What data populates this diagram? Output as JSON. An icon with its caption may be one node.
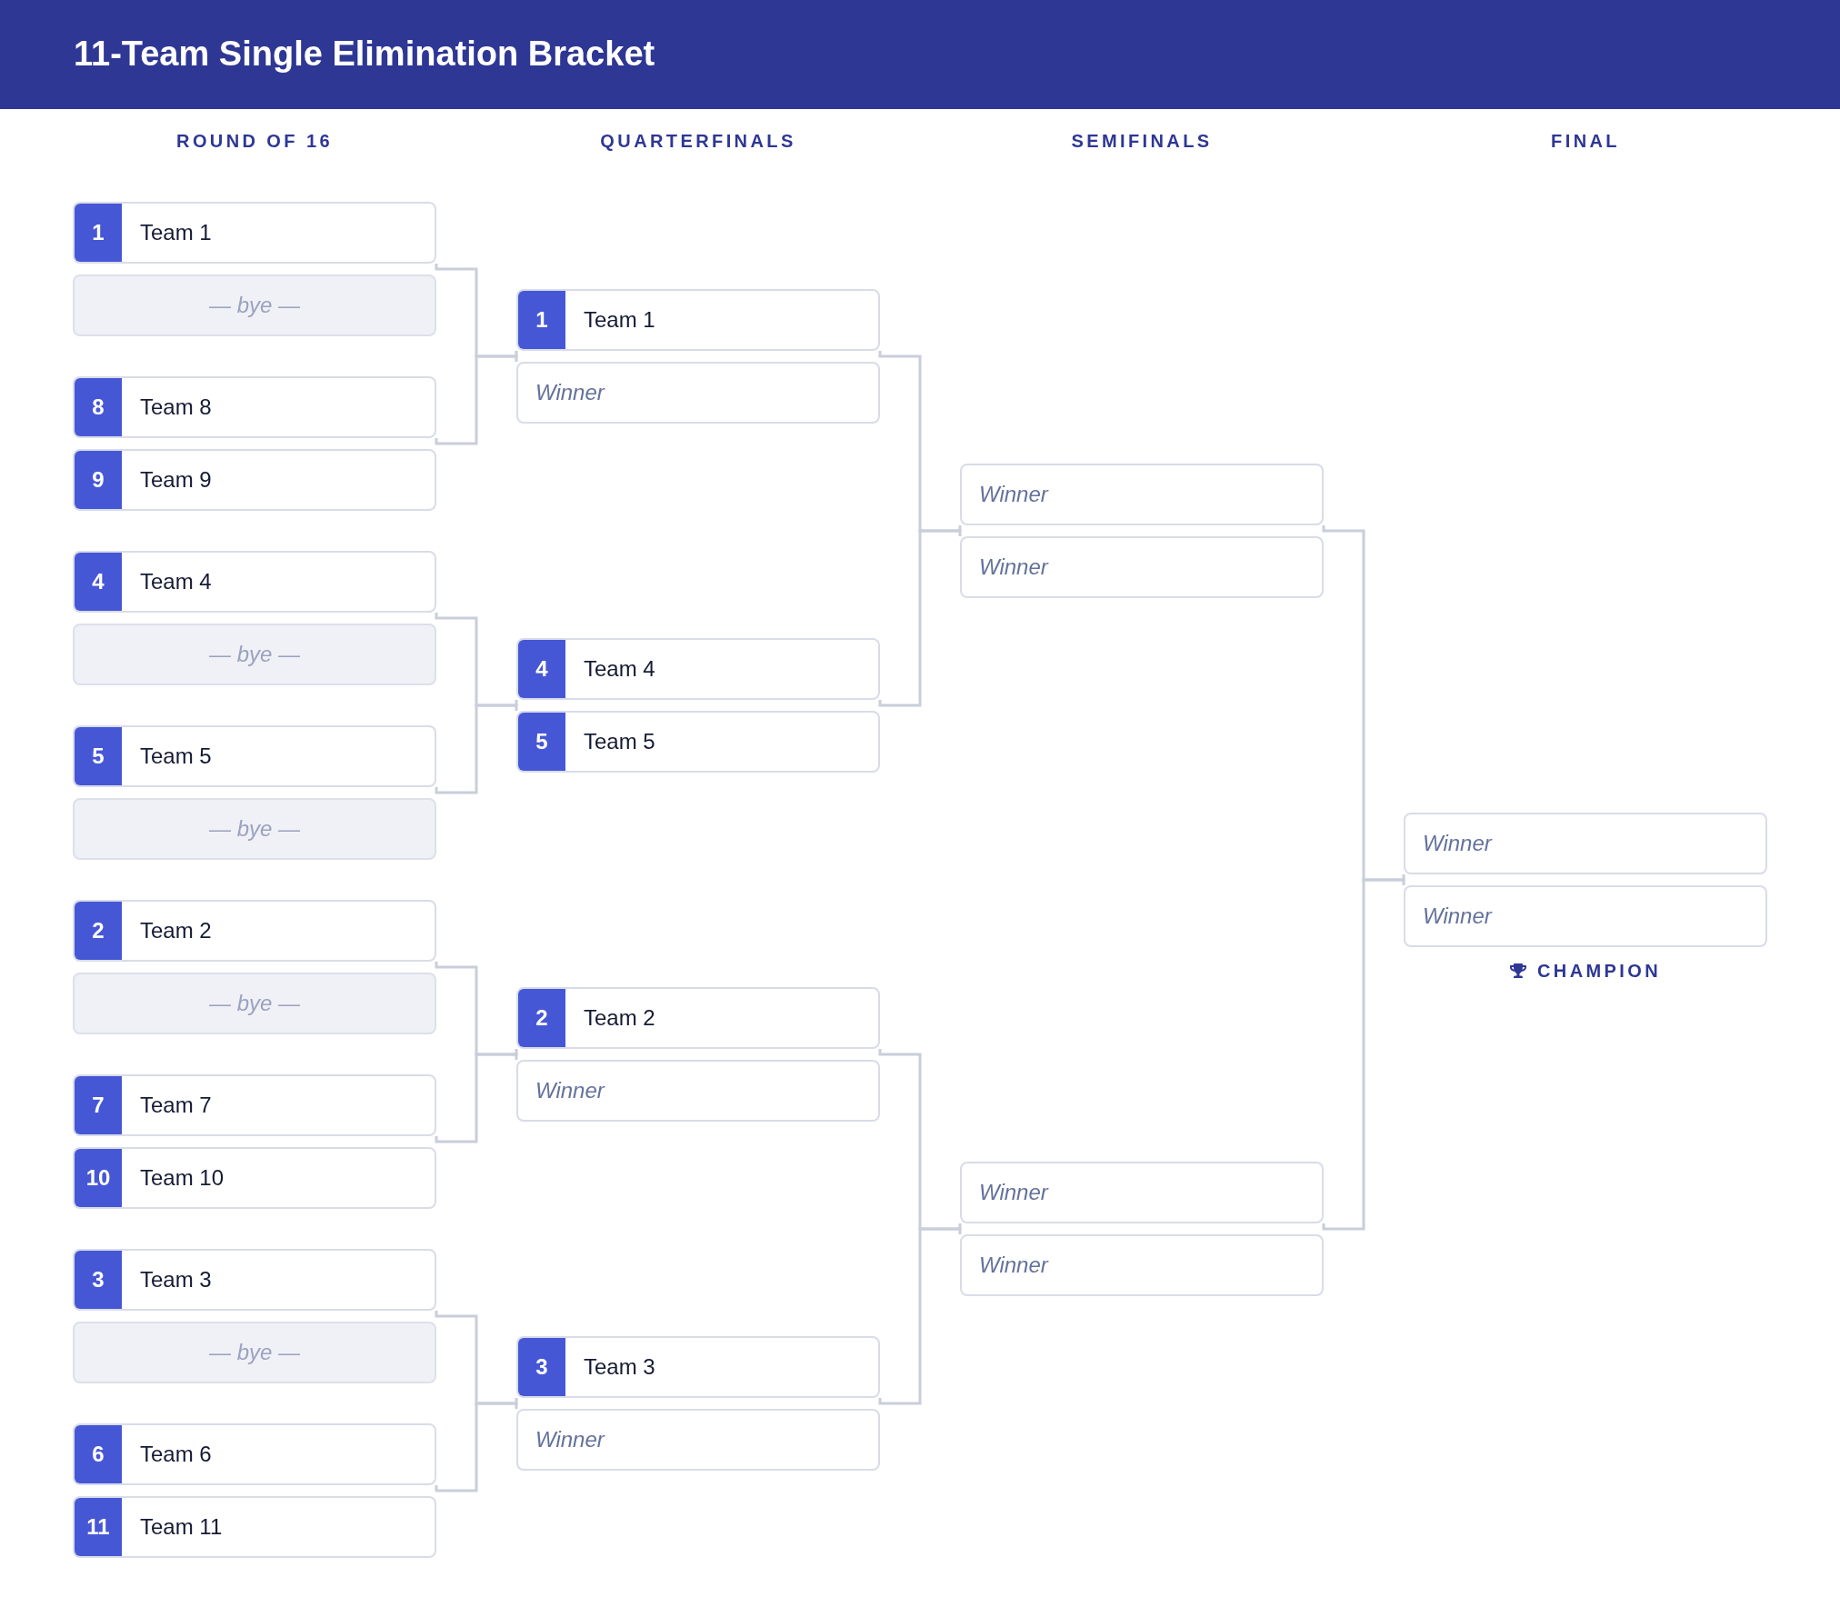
{
  "diagram": {
    "title": "11-Team Single Elimination Bracket",
    "nodes": [
      {
        "text": [
          "1",
          "Team 1"
        ]
      },
      {
        "text": [
          "— bye —"
        ]
      },
      {
        "text": [
          "8",
          "Team 8"
        ]
      },
      {
        "text": [
          "9",
          "Team 9"
        ]
      },
      {
        "text": [
          "4",
          "Team 4"
        ]
      },
      {
        "text": [
          "— bye —"
        ]
      },
      {
        "text": [
          "5",
          "Team 5"
        ]
      },
      {
        "text": [
          "— bye —"
        ]
      },
      {
        "text": [
          "2",
          "Team 2"
        ]
      },
      {
        "text": [
          "— bye —"
        ]
      },
      {
        "text": [
          "7",
          "Team 7"
        ]
      },
      {
        "text": [
          "10",
          "Team 10"
        ]
      },
      {
        "text": [
          "3",
          "Team 3"
        ]
      },
      {
        "text": [
          "— bye —"
        ]
      },
      {
        "text": [
          "6",
          "Team 6"
        ]
      },
      {
        "text": [
          "11",
          "Team 11"
        ]
      },
      {
        "text": [
          "1",
          "Team 1"
        ]
      },
      {
        "text": [
          "Winner"
        ]
      },
      {
        "text": [
          "4",
          "Team 4"
        ]
      },
      {
        "text": [
          "5",
          "Team 5"
        ]
      },
      {
        "text": [
          "2",
          "Team 2"
        ]
      },
      {
        "text": [
          "Winner"
        ]
      },
      {
        "text": [
          "3",
          "Team 3"
        ]
      },
      {
        "text": [
          "Winner"
        ]
      },
      {
        "text": [
          "Winner"
        ]
      },
      {
        "text": [
          "Winner"
        ]
      },
      {
        "text": [
          "Winner"
        ]
      },
      {
        "text": [
          "Winner"
        ]
      },
      {
        "text": [
          "Winner"
        ]
      },
      {
        "text": [
          "Winner"
        ]
      }
    ],
    "edges": [
      {
        "from": 0,
        "to": 16,
        "arrow": "none"
      },
      {
        "from": 2,
        "to": 17,
        "arrow": "none"
      },
      {
        "from": 4,
        "to": 18,
        "arrow": "none"
      },
      {
        "from": 6,
        "to": 19,
        "arrow": "none"
      },
      {
        "from": 8,
        "to": 20,
        "arrow": "none"
      },
      {
        "from": 10,
        "to": 21,
        "arrow": "none"
      },
      {
        "from": 12,
        "to": 22,
        "arrow": "none"
      },
      {
        "from": 14,
        "to": 23,
        "arrow": "none"
      },
      {
        "from": 16,
        "to": 24,
        "arrow": "none"
      },
      {
        "from": 18,
        "to": 25,
        "arrow": "none"
      },
      {
        "from": 20,
        "to": 26,
        "arrow": "none"
      },
      {
        "from": 22,
        "to": 27,
        "arrow": "none"
      },
      {
        "from": 24,
        "to": 28,
        "arrow": "none"
      },
      {
        "from": 26,
        "to": 29,
        "arrow": "none"
      }
    ],
    "labels": [
      "ROUND OF 16",
      "QUARTERFINALS",
      "SEMIFINALS",
      "FINAL",
      "CHAMPION"
    ]
  }
}
